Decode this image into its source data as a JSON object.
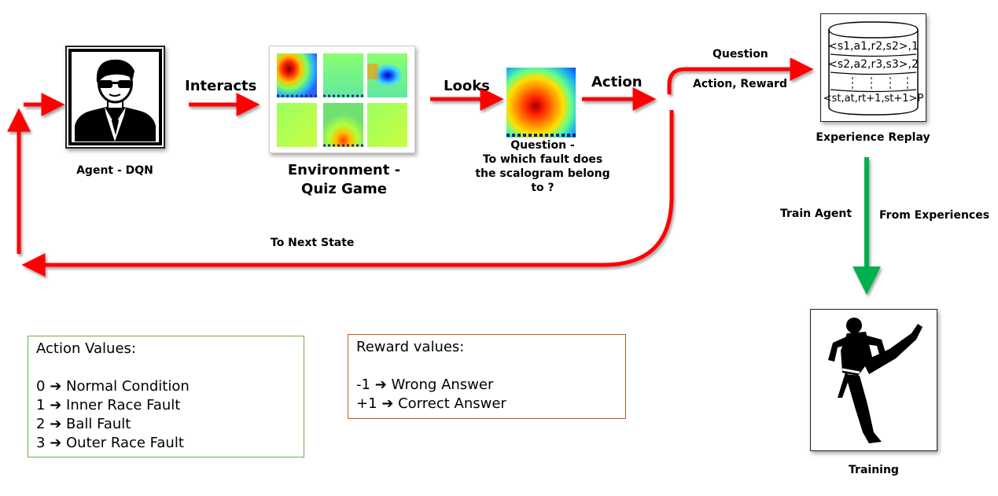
{
  "agent": {
    "label": "Agent - DQN",
    "icon": "agent-avatar-icon"
  },
  "environment": {
    "line1": "Environment -",
    "line2": "Quiz Game"
  },
  "flow": {
    "interacts": "Interacts",
    "looks": "Looks",
    "action": "Action",
    "question": "Question",
    "action_reward": "Action, Reward",
    "to_next_state": "To Next State",
    "train_agent": "Train Agent",
    "from_experiences": "From Experiences"
  },
  "question_text": {
    "line1": "Question -",
    "line2": "To which fault does",
    "line3": "the scalogram belong",
    "line4": "to ?"
  },
  "experience_replay": {
    "label": "Experience Replay",
    "rows": [
      {
        "text": "<s1,a1,r2,s2>,1"
      },
      {
        "text": "<s2,a2,r3,s3>,2"
      },
      {
        "text": "<st,at,rt+1,st+1>P"
      }
    ]
  },
  "training": {
    "label": "Training",
    "icon": "martial-arts-kick-icon"
  },
  "action_values": {
    "title": "Action Values:",
    "items": [
      {
        "key": "0",
        "label": "Normal Condition"
      },
      {
        "key": "1",
        "label": "Inner Race Fault"
      },
      {
        "key": "2",
        "label": "Ball Fault"
      },
      {
        "key": "3",
        "label": "Outer Race Fault"
      }
    ]
  },
  "reward_values": {
    "title": "Reward values:",
    "items": [
      {
        "key": "-1",
        "label": "Wrong Answer"
      },
      {
        "key": "+1",
        "label": "Correct Answer"
      }
    ]
  },
  "colors": {
    "arrow_red": "#ff0000",
    "arrow_green": "#00b050",
    "action_border": "#70ad47",
    "reward_border": "#c55a11"
  }
}
